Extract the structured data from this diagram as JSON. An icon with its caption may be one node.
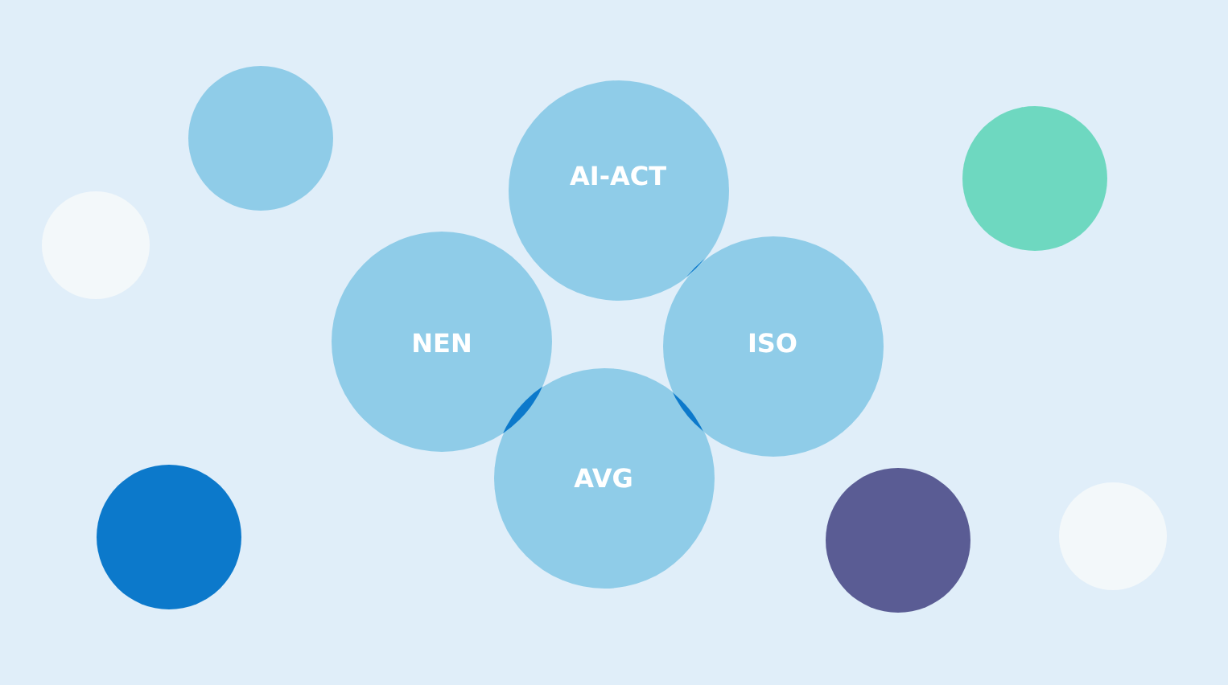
{
  "diagram": {
    "nodes": [
      {
        "text": [
          "AI-ACT"
        ]
      },
      {
        "text": [
          "NEN"
        ]
      },
      {
        "text": [
          "ISO"
        ]
      },
      {
        "text": [
          "AVG"
        ]
      },
      {
        "text": [],
        "shape": "circle"
      },
      {
        "text": [],
        "shape": "circle"
      },
      {
        "text": [],
        "shape": "circle"
      },
      {
        "text": [],
        "shape": "circle"
      },
      {
        "text": [],
        "shape": "circle"
      },
      {
        "text": [],
        "shape": "circle"
      }
    ]
  }
}
